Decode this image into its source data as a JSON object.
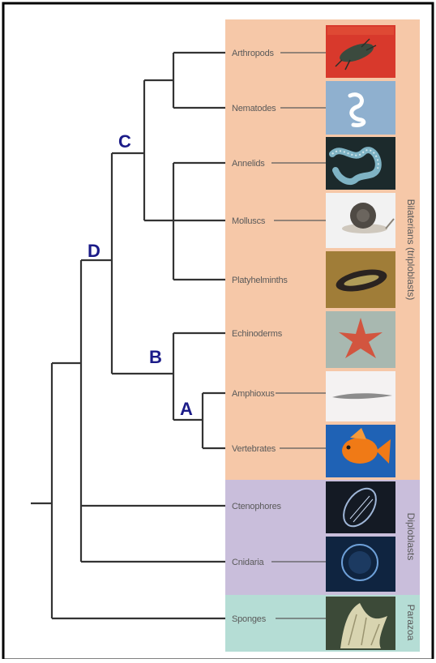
{
  "colors": {
    "bilateria_band": "#f6c8a8",
    "diploblasts_band": "#c9bedb",
    "parazoa_band": "#b5ddd5",
    "node_label": "#1b1b88",
    "branch": "#333333"
  },
  "taxa": [
    {
      "name": "Arthropods",
      "photo_bg": "#d8392c",
      "photo_fg": "#3b4a3e",
      "icon": "arthropod-photo"
    },
    {
      "name": "Nematodes",
      "photo_bg": "#8fb0cf",
      "photo_fg": "#ffffff",
      "icon": "nematode-photo"
    },
    {
      "name": "Annelids",
      "photo_bg": "#1c2a2c",
      "photo_fg": "#7fb3c4",
      "icon": "annelid-photo"
    },
    {
      "name": "Molluscs",
      "photo_bg": "#f2f2f2",
      "photo_fg": "#4f4a44",
      "icon": "snail-photo"
    },
    {
      "name": "Platyhelminths",
      "photo_bg": "#8a6a2c",
      "photo_fg": "#2a2320",
      "icon": "flatworm-photo"
    },
    {
      "name": "Echinoderms",
      "photo_bg": "#a8b8b0",
      "photo_fg": "#d2553f",
      "icon": "starfish-photo"
    },
    {
      "name": "Amphioxus",
      "photo_bg": "#f4f2f2",
      "photo_fg": "#8c8c8c",
      "icon": "amphioxus-photo"
    },
    {
      "name": "Vertebrates",
      "photo_bg": "#1f62b5",
      "photo_fg": "#f07a16",
      "icon": "fish-photo"
    },
    {
      "name": "Ctenophores",
      "photo_bg": "#141a24",
      "photo_fg": "#9fb6d8",
      "icon": "comb-jelly-photo"
    },
    {
      "name": "Cnidaria",
      "photo_bg": "#0f2440",
      "photo_fg": "#6ea0d8",
      "icon": "jellyfish-photo"
    },
    {
      "name": "Sponges",
      "photo_bg": "#3c4a38",
      "photo_fg": "#d8d4b0",
      "icon": "sponge-photo"
    }
  ],
  "groups": [
    {
      "name": "Bilaterians (triploblasts)"
    },
    {
      "name": "Diploblasts"
    },
    {
      "name": "Parazoa"
    }
  ],
  "node_labels": {
    "A": "A",
    "B": "B",
    "C": "C",
    "D": "D"
  }
}
